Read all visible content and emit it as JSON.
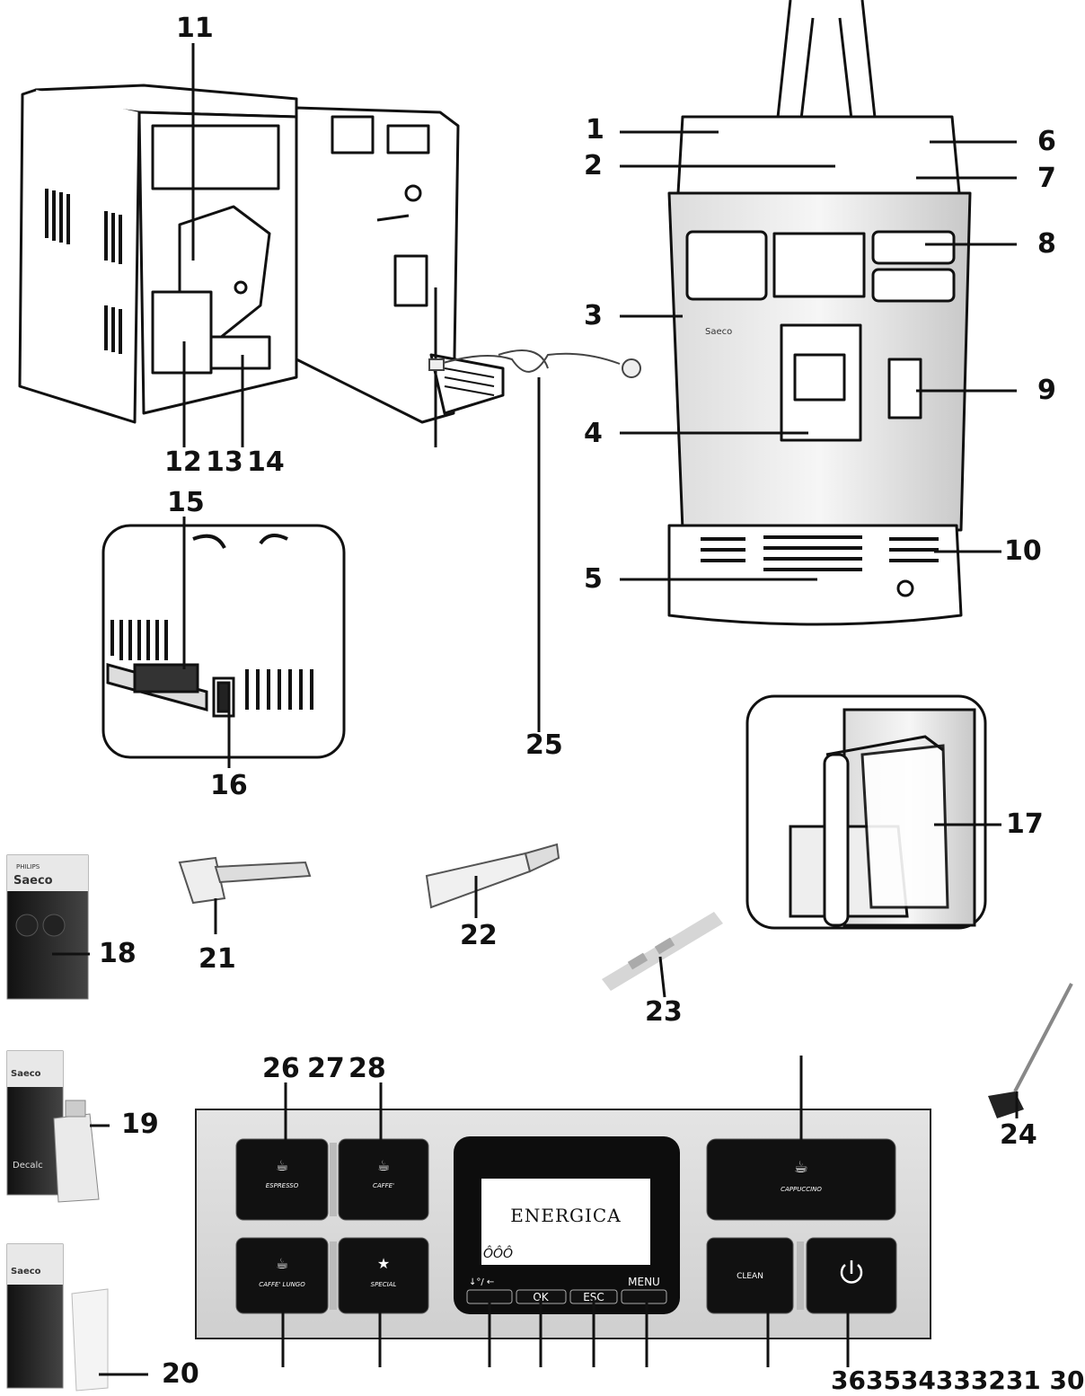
{
  "callouts": {
    "n1": "1",
    "n2": "2",
    "n3": "3",
    "n4": "4",
    "n5": "5",
    "n6": "6",
    "n7": "7",
    "n8": "8",
    "n9": "9",
    "n10": "10",
    "n11": "11",
    "n12": "12",
    "n13": "13",
    "n14": "14",
    "n15": "15",
    "n16": "16",
    "n17": "17",
    "n18": "18",
    "n19": "19",
    "n20": "20",
    "n21": "21",
    "n22": "22",
    "n23": "23",
    "n24": "24",
    "n25": "25",
    "n26": "26",
    "n27": "27",
    "n28": "28"
  },
  "bottom_row_numbers": "363534333231 30",
  "control_panel": {
    "espresso": "ESPRESSO",
    "caffe": "CAFFE'",
    "caffe_lungo": "CAFFE' LUNGO",
    "special": "SPECIAL",
    "cappuccino": "CAPPUCCINO",
    "clean": "CLEAN",
    "screen_brand": "ENERGICA",
    "screen_strength": "ÔÔÔ",
    "btn_down_symbol": "↓°/ ←",
    "btn_ok": "OK",
    "btn_esc": "ESC",
    "btn_menu": "MENU"
  },
  "packaging": {
    "brand_top": "PHILIPS",
    "brand": "Saeco",
    "decalc_label": "Decalc"
  },
  "machine_logo": "Saeco"
}
